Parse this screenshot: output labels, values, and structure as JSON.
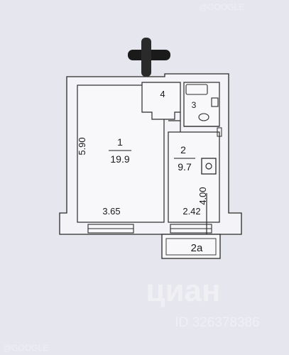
{
  "rooms": [
    {
      "number": "1",
      "area": "19.9"
    },
    {
      "number": "2",
      "area": "9.7"
    },
    {
      "number": "3"
    },
    {
      "number": "4"
    },
    {
      "number": "2a"
    }
  ],
  "dimensions": {
    "room1_height": "5.90",
    "room1_width": "3.65",
    "room2_width": "2.42",
    "room2_height": "4.00"
  },
  "watermark": {
    "brand": "циан",
    "id": "ID 326378386",
    "corner": "@GOOGLE",
    "top": "@GOOGLE"
  }
}
